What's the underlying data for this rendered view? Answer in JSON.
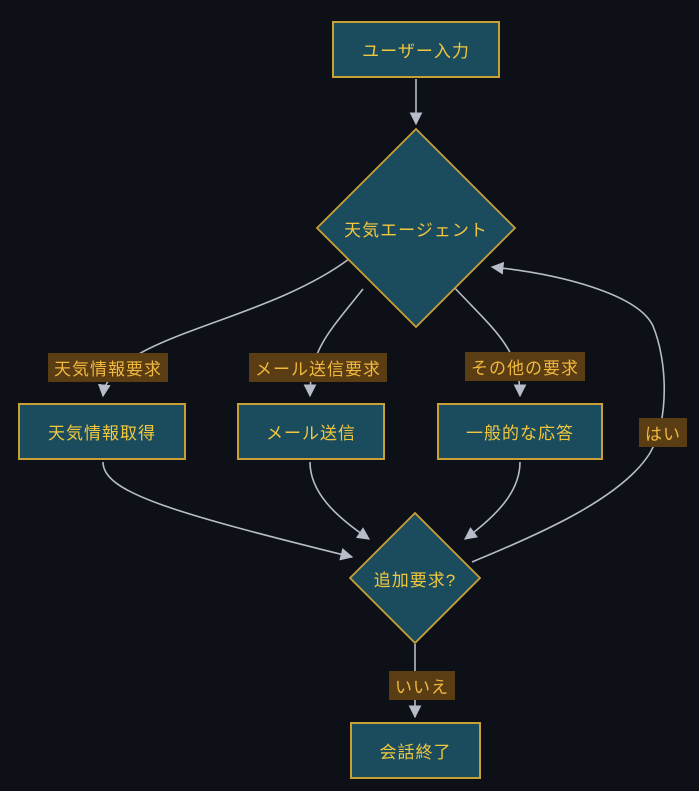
{
  "diagram": {
    "type": "flowchart",
    "direction": "top-down",
    "nodes": {
      "user_input": "ユーザー入力",
      "weather_agent": "天気エージェント",
      "get_weather_info": "天気情報取得",
      "send_mail": "メール送信",
      "general_response": "一般的な応答",
      "additional_request": "追加要求?",
      "end_conversation": "会話終了"
    },
    "edge_labels": {
      "weather_info_request": "天気情報要求",
      "mail_send_request": "メール送信要求",
      "other_request": "その他の要求",
      "yes": "はい",
      "no": "いいえ"
    },
    "edges": [
      {
        "from": "user_input",
        "to": "weather_agent",
        "label": ""
      },
      {
        "from": "weather_agent",
        "to": "get_weather_info",
        "label": "天気情報要求"
      },
      {
        "from": "weather_agent",
        "to": "send_mail",
        "label": "メール送信要求"
      },
      {
        "from": "weather_agent",
        "to": "general_response",
        "label": "その他の要求"
      },
      {
        "from": "get_weather_info",
        "to": "additional_request",
        "label": ""
      },
      {
        "from": "send_mail",
        "to": "additional_request",
        "label": ""
      },
      {
        "from": "general_response",
        "to": "additional_request",
        "label": ""
      },
      {
        "from": "additional_request",
        "to": "weather_agent",
        "label": "はい"
      },
      {
        "from": "additional_request",
        "to": "end_conversation",
        "label": "いいえ"
      }
    ],
    "colors": {
      "background": "#0d1016",
      "node_fill": "#1a4c5d",
      "node_border": "#c8a035",
      "node_text": "#f2c73e",
      "edge_label_bg": "#5b3d13",
      "edge_label_text": "#f0b83e",
      "edge_line": "#b8bcc8"
    }
  }
}
